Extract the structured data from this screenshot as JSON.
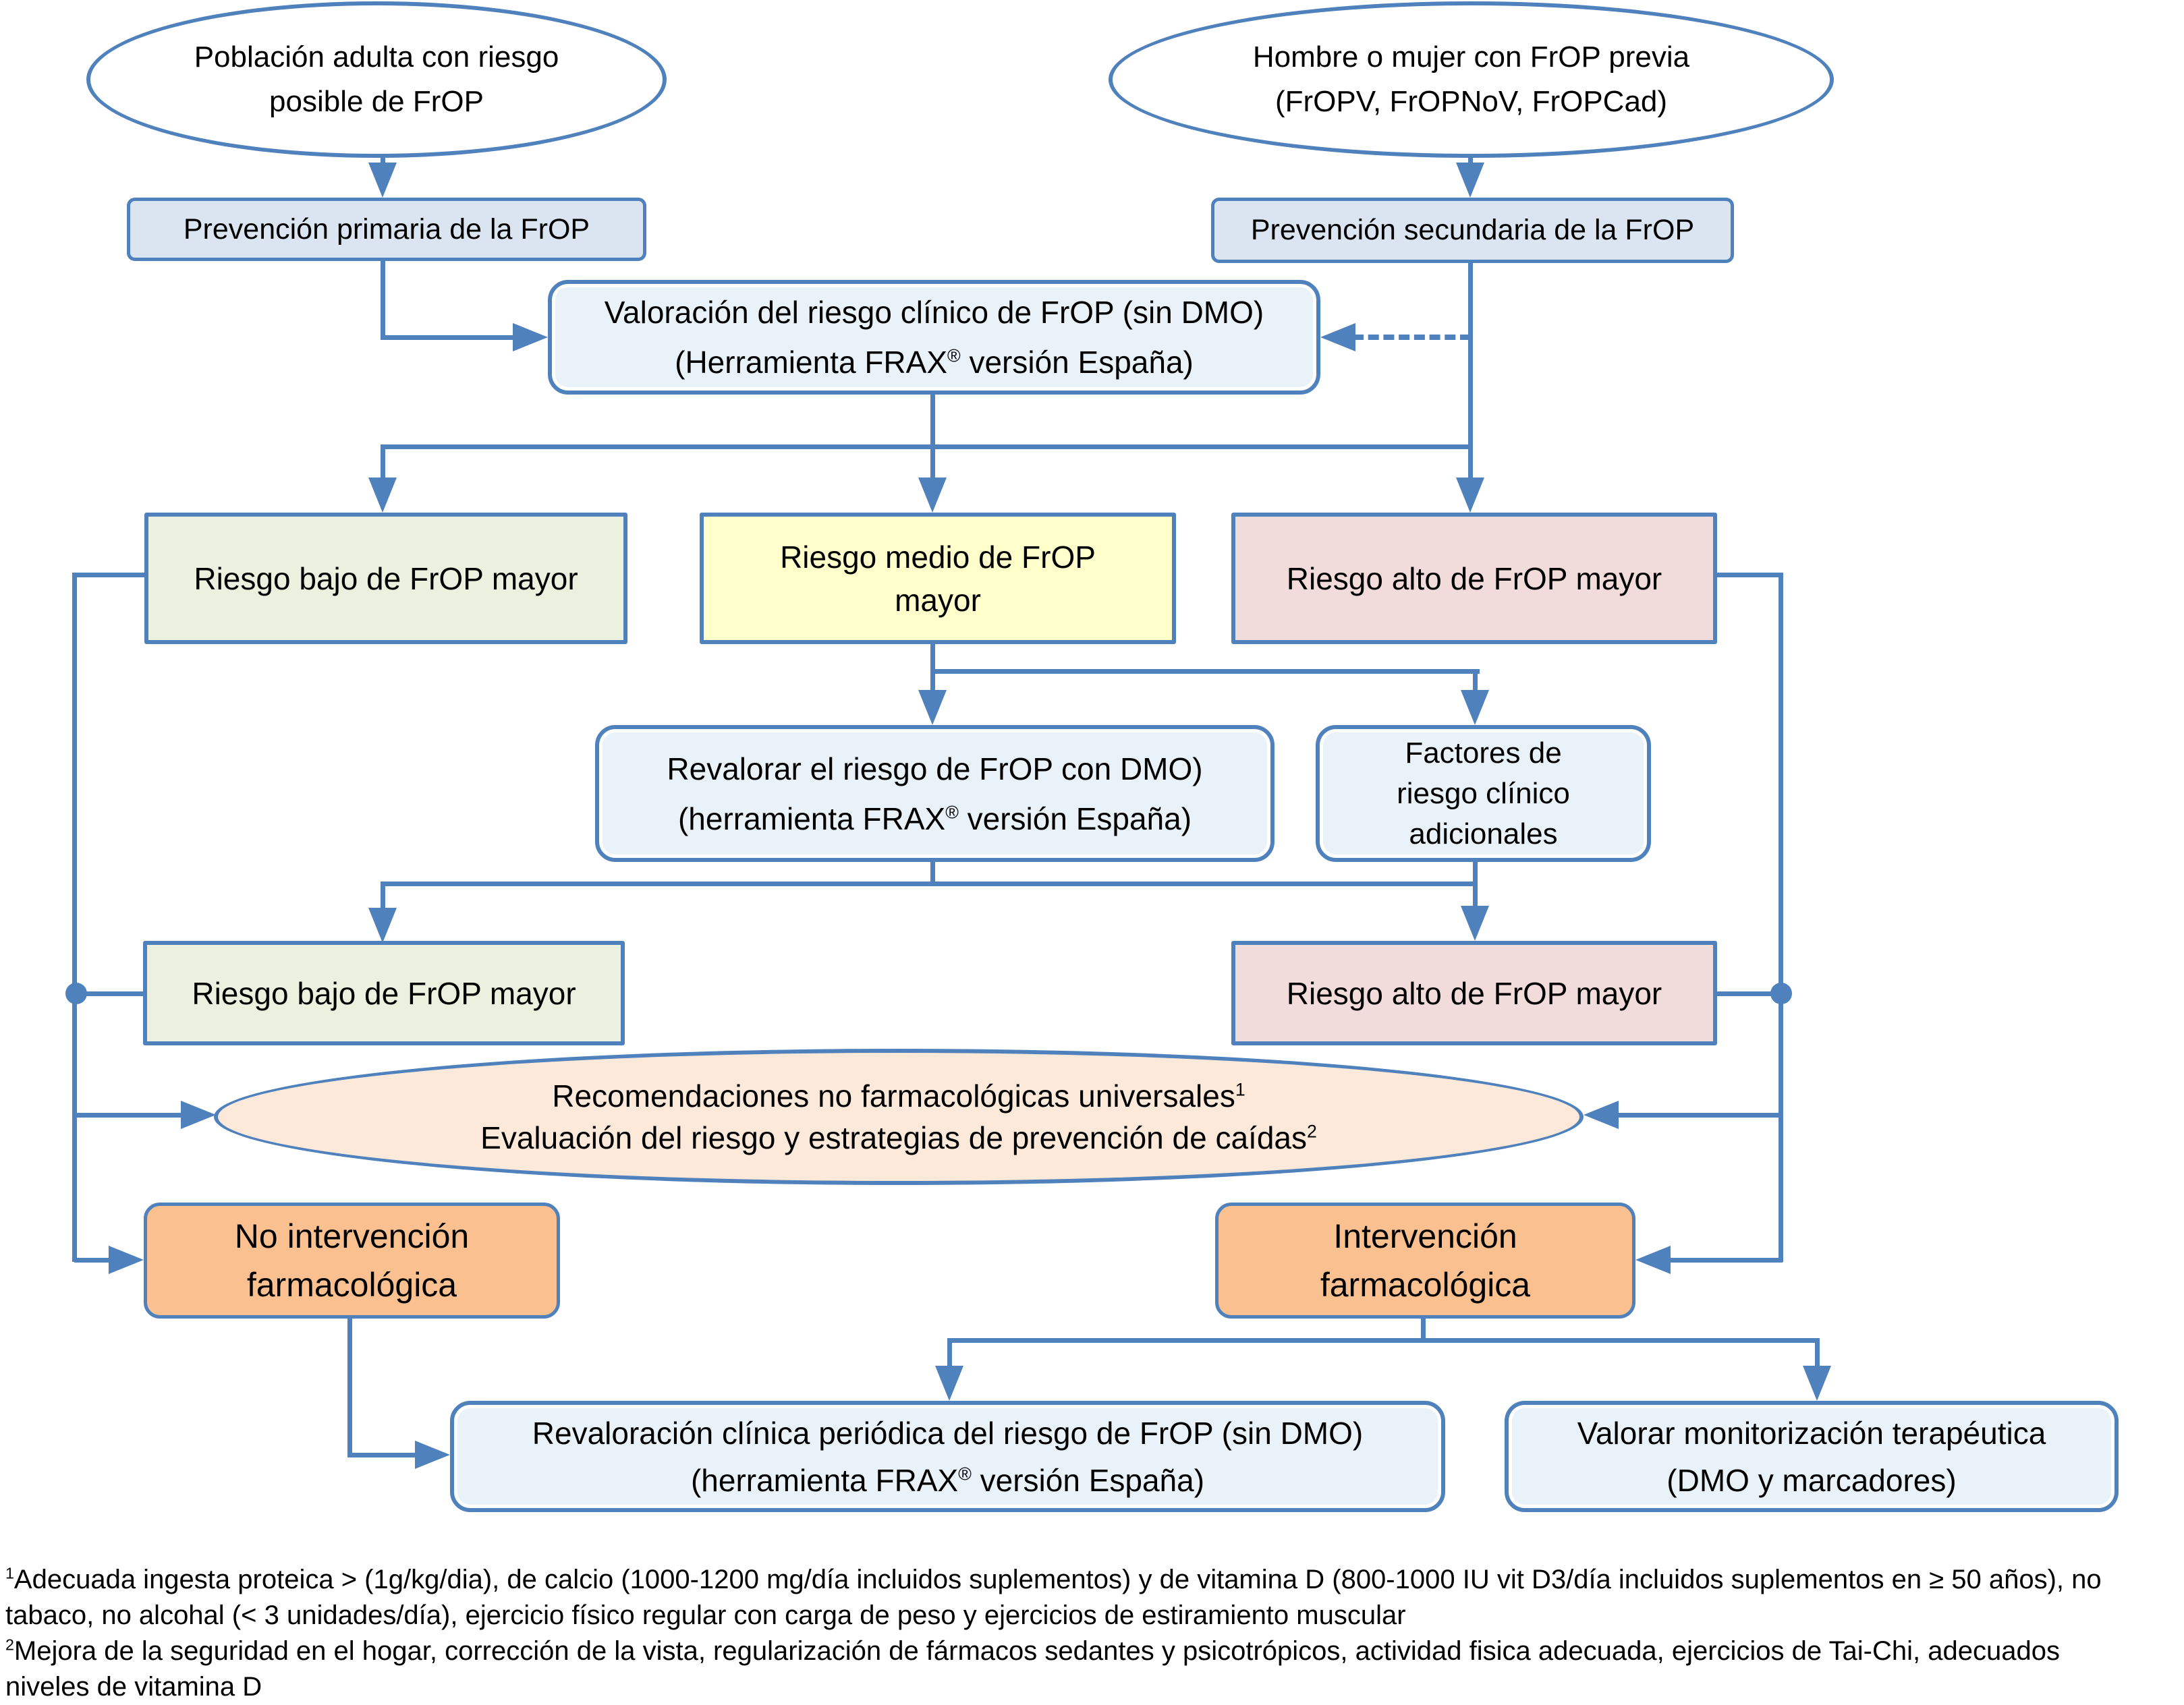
{
  "diagram": {
    "nodes": {
      "adult_population": {
        "line1": "Población adulta con riesgo",
        "line2": "posible de FrOP"
      },
      "previous_fracture": {
        "line1": "Hombre o mujer con FrOP previa",
        "line2": "(FrOPV, FrOPNoV, FrOPCad)"
      },
      "primary_prevention": {
        "label": "Prevención primaria de la FrOP"
      },
      "secondary_prevention": {
        "label": "Prevención secundaria de la FrOP"
      },
      "clinical_risk_assessment": {
        "line1": "Valoración del riesgo clínico de FrOP (sin DMO)",
        "line2_pre": "(Herramienta FRAX",
        "line2_sup": "®",
        "line2_post": " versión España)"
      },
      "low_risk_1": {
        "label": "Riesgo bajo de FrOP mayor"
      },
      "medium_risk": {
        "line1": "Riesgo medio de FrOP",
        "line2": "mayor"
      },
      "high_risk_1": {
        "label": "Riesgo alto de FrOP mayor"
      },
      "reassess_with_dmo": {
        "line1": "Revalorar el riesgo de FrOP con DMO)",
        "line2_pre": "(herramienta FRAX",
        "line2_sup": "®",
        "line2_post": " versión España)"
      },
      "additional_risk_factors": {
        "line1": "Factores de",
        "line2": "riesgo clínico",
        "line3": "adicionales"
      },
      "low_risk_2": {
        "label": "Riesgo bajo de FrOP mayor"
      },
      "high_risk_2": {
        "label": "Riesgo alto de FrOP mayor"
      },
      "recommendations": {
        "line1_pre": "Recomendaciones no farmacológicas universales",
        "line1_sup": "1",
        "line2_pre": "Evaluación del riesgo y estrategias de prevención de caídas",
        "line2_sup": "2"
      },
      "no_pharmacological_intervention": {
        "line1": "No intervención",
        "line2": "farmacológica"
      },
      "pharmacological_intervention": {
        "line1": "Intervención",
        "line2": "farmacológica"
      },
      "periodic_clinical_reassessment": {
        "line1": "Revaloración clínica periódica del riesgo de FrOP (sin DMO)",
        "line2_pre": "(herramienta FRAX",
        "line2_sup": "®",
        "line2_post": " versión España)"
      },
      "therapeutic_monitoring": {
        "line1": "Valorar monitorización terapéutica",
        "line2": "(DMO y marcadores)"
      }
    },
    "footnotes": {
      "f1_sup": "1",
      "f1_line1": "Adecuada ingesta proteica > (1g/kg/dia), de calcio (1000-1200 mg/día incluidos suplementos) y de vitamina D (800-1000 IU vit D3/día incluidos suplementos en ≥ 50 años), no",
      "f1_line2": "tabaco, no alcohal (< 3 unidades/día), ejercicio físico regular con carga de peso y ejercicios de estiramiento muscular",
      "f2_sup": "2",
      "f2_line1": "Mejora de la seguridad en el hogar, corrección de la vista, regularización de fármacos sedantes y psicotrópicos, actividad fisica adecuada, ejercicios de Tai-Chi, adecuados",
      "f2_line2": "niveles de vitamina D"
    }
  },
  "colors": {
    "line": "#4f81bd",
    "node_border": "#4f81bd",
    "fill_prevention": "#dbe5f1",
    "fill_info": "#e9f2f9",
    "fill_low": "#ebf1de",
    "fill_medium": "#ffffcc",
    "fill_high": "#f2dcdb",
    "fill_recommendations": "#fde9d9",
    "fill_intervention": "#fac090"
  }
}
